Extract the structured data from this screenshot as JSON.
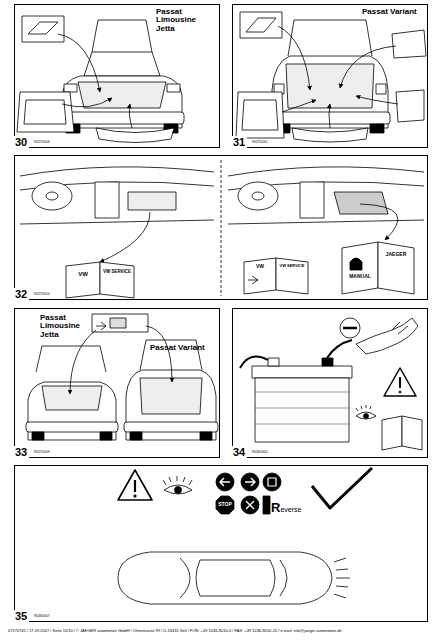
{
  "diagram": {
    "nodes": [
      {
        "text": [
          "30"
        ]
      },
      {
        "text": [
          "31"
        ]
      },
      {
        "text": [
          "32"
        ]
      },
      {
        "text": [
          "33"
        ]
      },
      {
        "text": [
          "34"
        ]
      },
      {
        "text": [
          "35"
        ]
      }
    ],
    "labels": [
      "Passat Limousine Jetta",
      "90270003",
      "Passat Variant",
      "90270041",
      "VW",
      "VW SERVICE",
      "90270010",
      "VW",
      "VW SERVICE",
      "MANUAL",
      "JAEGER",
      "Passat Limousine Jetta",
      "Passat Variant",
      "90270009",
      "90260002",
      "STOP",
      "Reverse",
      "90260007",
      "07270745 / 17.09.2007 / Seite 10/10 / © JAEGER automotive GmbH / Ohmstrasse 99 / D-33415 Verl / FON: +49 5246-8010-0 / FAX: +49 5246-8010-20 / e-mail: info@jaeger-automotive.de"
    ]
  }
}
